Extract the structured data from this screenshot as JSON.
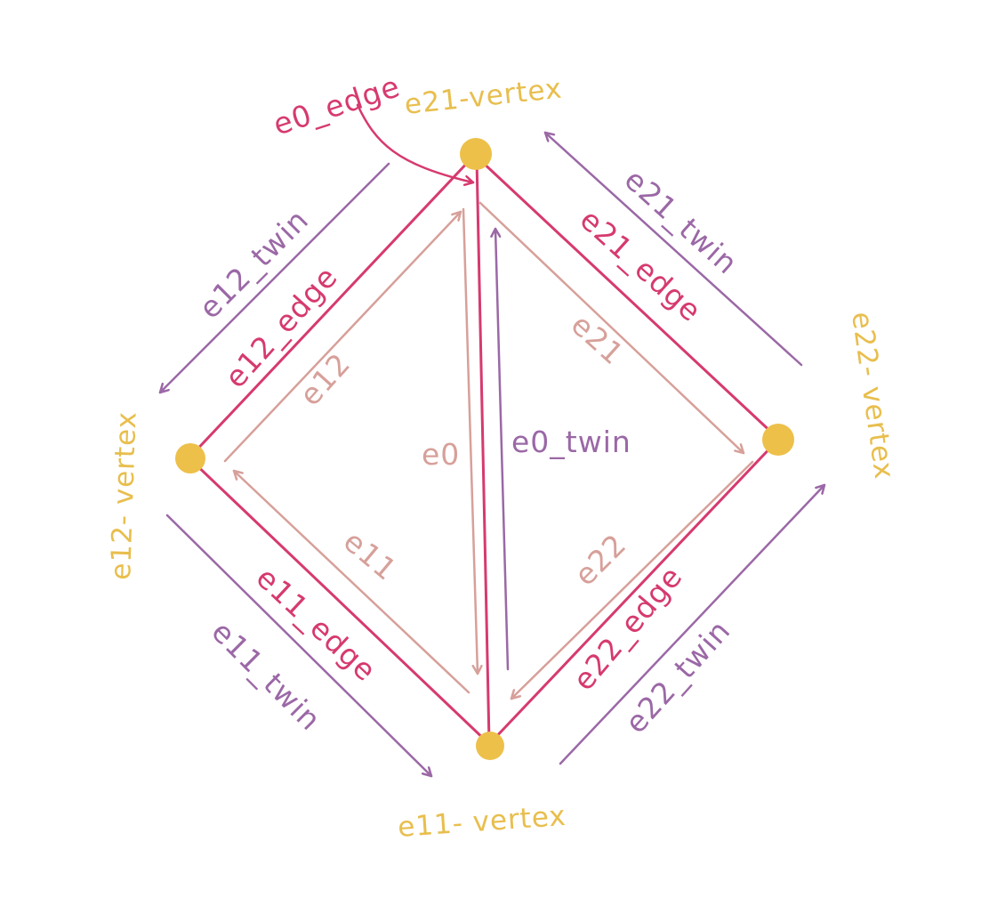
{
  "colors": {
    "edge": "#d63a6e",
    "twin": "#9b68a6",
    "halfedge": "#d7a09a",
    "vertex": "#edc04a",
    "vertex_label": "#e8be4d"
  },
  "labels": {
    "e0_edge": "e0_edge",
    "e21_vertex": "e21-vertex",
    "e22_vertex": "e22- vertex",
    "e12_vertex": "e12- vertex",
    "e11_vertex": "e11- vertex",
    "e12_twin": "e12_twin",
    "e12_edge": "e12_edge",
    "e12": "e12",
    "e21_twin": "e21_twin",
    "e21_edge": "e21_edge",
    "e21": "e21",
    "e0": "e0",
    "e0_twin": "e0_twin",
    "e11": "e11",
    "e11_edge": "e11_edge",
    "e11_twin": "e11_twin",
    "e22": "e22",
    "e22_edge": "e22_edge",
    "e22_twin": "e22_twin"
  }
}
